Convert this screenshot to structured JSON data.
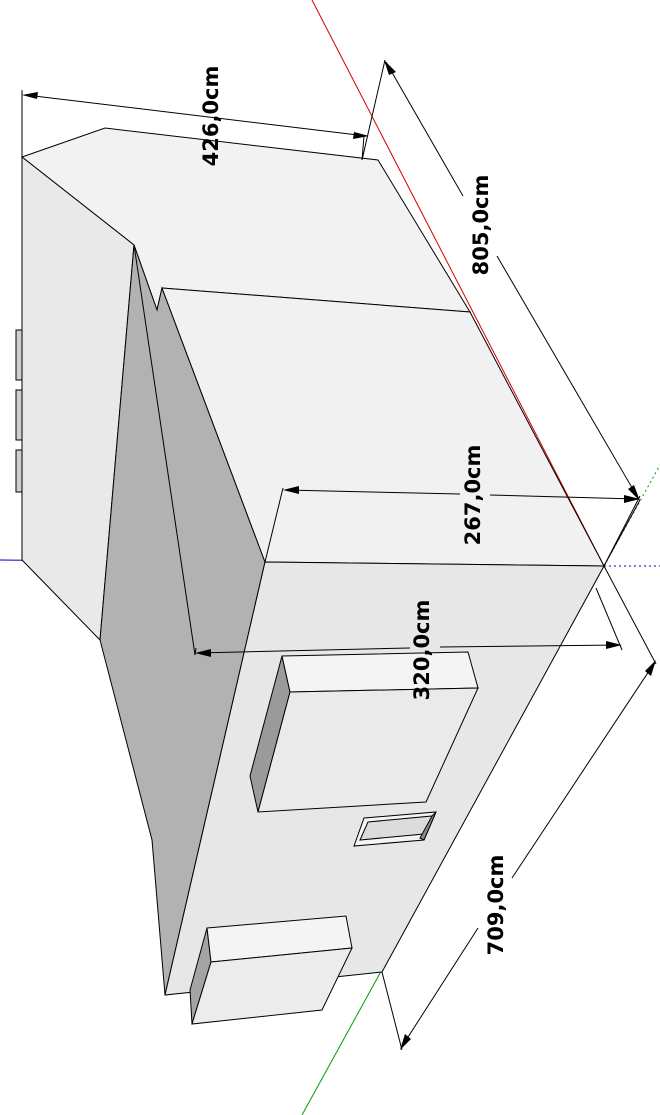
{
  "drawing": {
    "dimensions": {
      "top_width": "426,0cm",
      "right_length": "805,0cm",
      "mid_width": "267,0cm",
      "lower_width": "320,0cm",
      "bottom_length": "709,0cm"
    },
    "colors": {
      "red_axis": "#d40000",
      "green_axis": "#00a000",
      "blue_axis": "#0000b0",
      "light_face": "#f1f1f1",
      "mid_face": "#e6e6e6",
      "shadow_face": "#b2b2b2",
      "edge": "#000000"
    }
  }
}
